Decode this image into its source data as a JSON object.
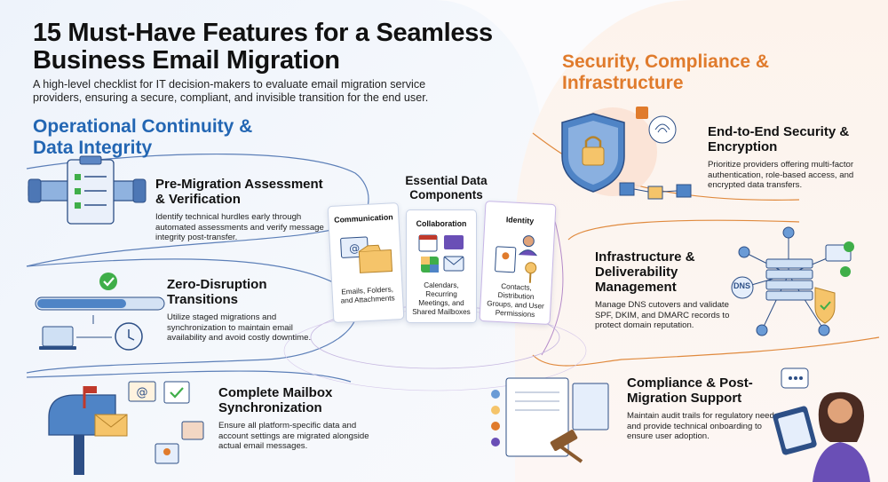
{
  "title": "15 Must-Have Features for a Seamless Business Email Migration",
  "subtitle": "A high-level checklist for IT decision-makers to evaluate email migration service providers, ensuring a secure, compliant, and invisible transition for the end user.",
  "left_section": {
    "heading": "Operational Continuity & Data Integrity",
    "features": [
      {
        "title": "Pre-Migration Assessment & Verification",
        "desc": "Identify technical hurdles early through automated assessments and verify message integrity post-transfer."
      },
      {
        "title": "Zero-Disruption Transitions",
        "desc": "Utilize staged migrations and synchronization to maintain email availability and avoid costly downtime."
      },
      {
        "title": "Complete Mailbox Synchronization",
        "desc": "Ensure all platform-specific data and account settings are migrated alongside actual email messages."
      }
    ]
  },
  "center": {
    "heading": "Essential Data Components",
    "panels": [
      {
        "label": "Communication",
        "desc": "Emails, Folders, and Attachments"
      },
      {
        "label": "Collaboration",
        "desc": "Calendars, Recurring Meetings, and Shared Mailboxes"
      },
      {
        "label": "Identity",
        "desc": "Contacts, Distribution Groups, and User Permissions"
      }
    ]
  },
  "right_section": {
    "heading": "Security, Compliance & Infrastructure",
    "features": [
      {
        "title": "End-to-End Security & Encryption",
        "desc": "Prioritize providers offering multi-factor authentication, role-based access, and encrypted data transfers."
      },
      {
        "title": "Infrastructure & Deliverability Management",
        "desc": "Manage DNS cutovers and validate SPF, DKIM, and DMARC records to protect domain reputation."
      },
      {
        "title": "Compliance & Post-Migration Support",
        "desc": "Maintain audit trails for regulatory needs and provide technical onboarding to ensure user adoption."
      }
    ]
  },
  "icons": {
    "dns_label": "DNS"
  },
  "colors": {
    "blue": "#2366b3",
    "orange": "#e07b2c",
    "green": "#3fae49",
    "purple": "#6a4fb6"
  }
}
